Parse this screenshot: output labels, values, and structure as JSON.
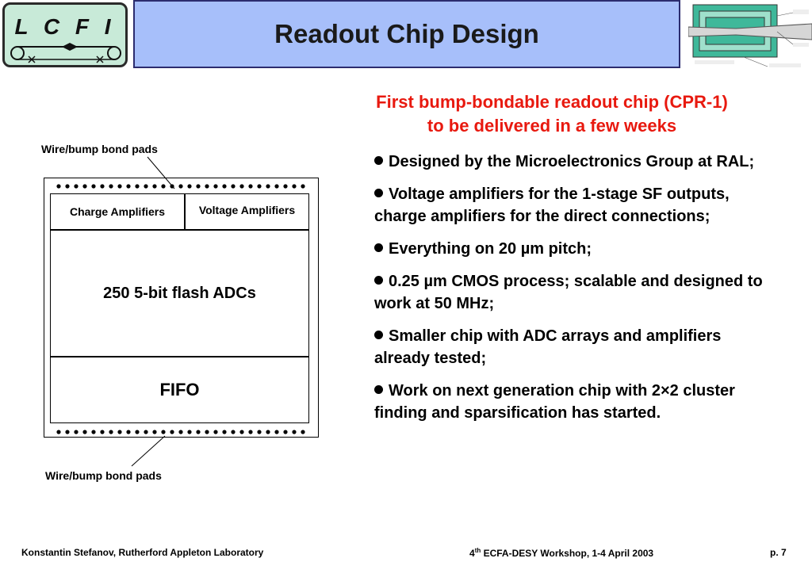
{
  "header": {
    "logo_text": "L C F I",
    "title": "Readout Chip Design"
  },
  "diagram": {
    "top_pads_label": "Wire/bump bond pads",
    "bottom_pads_label": "Wire/bump bond pads",
    "charge_amplifiers": "Charge Amplifiers",
    "voltage_amplifiers": "Voltage Amplifiers",
    "adc_block": "250 5-bit flash ADCs",
    "fifo_block": "FIFO"
  },
  "content": {
    "intro_line1": "First bump-bondable readout chip (CPR-1)",
    "intro_line2": "to be delivered in a few weeks",
    "bullets": [
      "Designed by the Microelectronics Group at RAL;",
      "Voltage amplifiers for the 1-stage SF outputs, charge amplifiers for the direct connections;",
      "Everything on 20 µm pitch;",
      "0.25 µm CMOS process; scalable and designed to work at 50 MHz;",
      "Smaller chip with ADC arrays and amplifiers already tested;",
      "Work on next generation chip with 2×2 cluster finding and sparsification has started."
    ]
  },
  "footer": {
    "author": "Konstantin Stefanov, Rutherford Appleton Laboratory",
    "workshop_num": "4",
    "workshop_sup": "th",
    "workshop_rest": " ECFA-DESY Workshop, 1-4 April 2003",
    "page": "p. 7"
  },
  "colors": {
    "title_bg": "#a7bffa",
    "logo_bg": "#c8ead8",
    "intro_red": "#e8190f"
  }
}
